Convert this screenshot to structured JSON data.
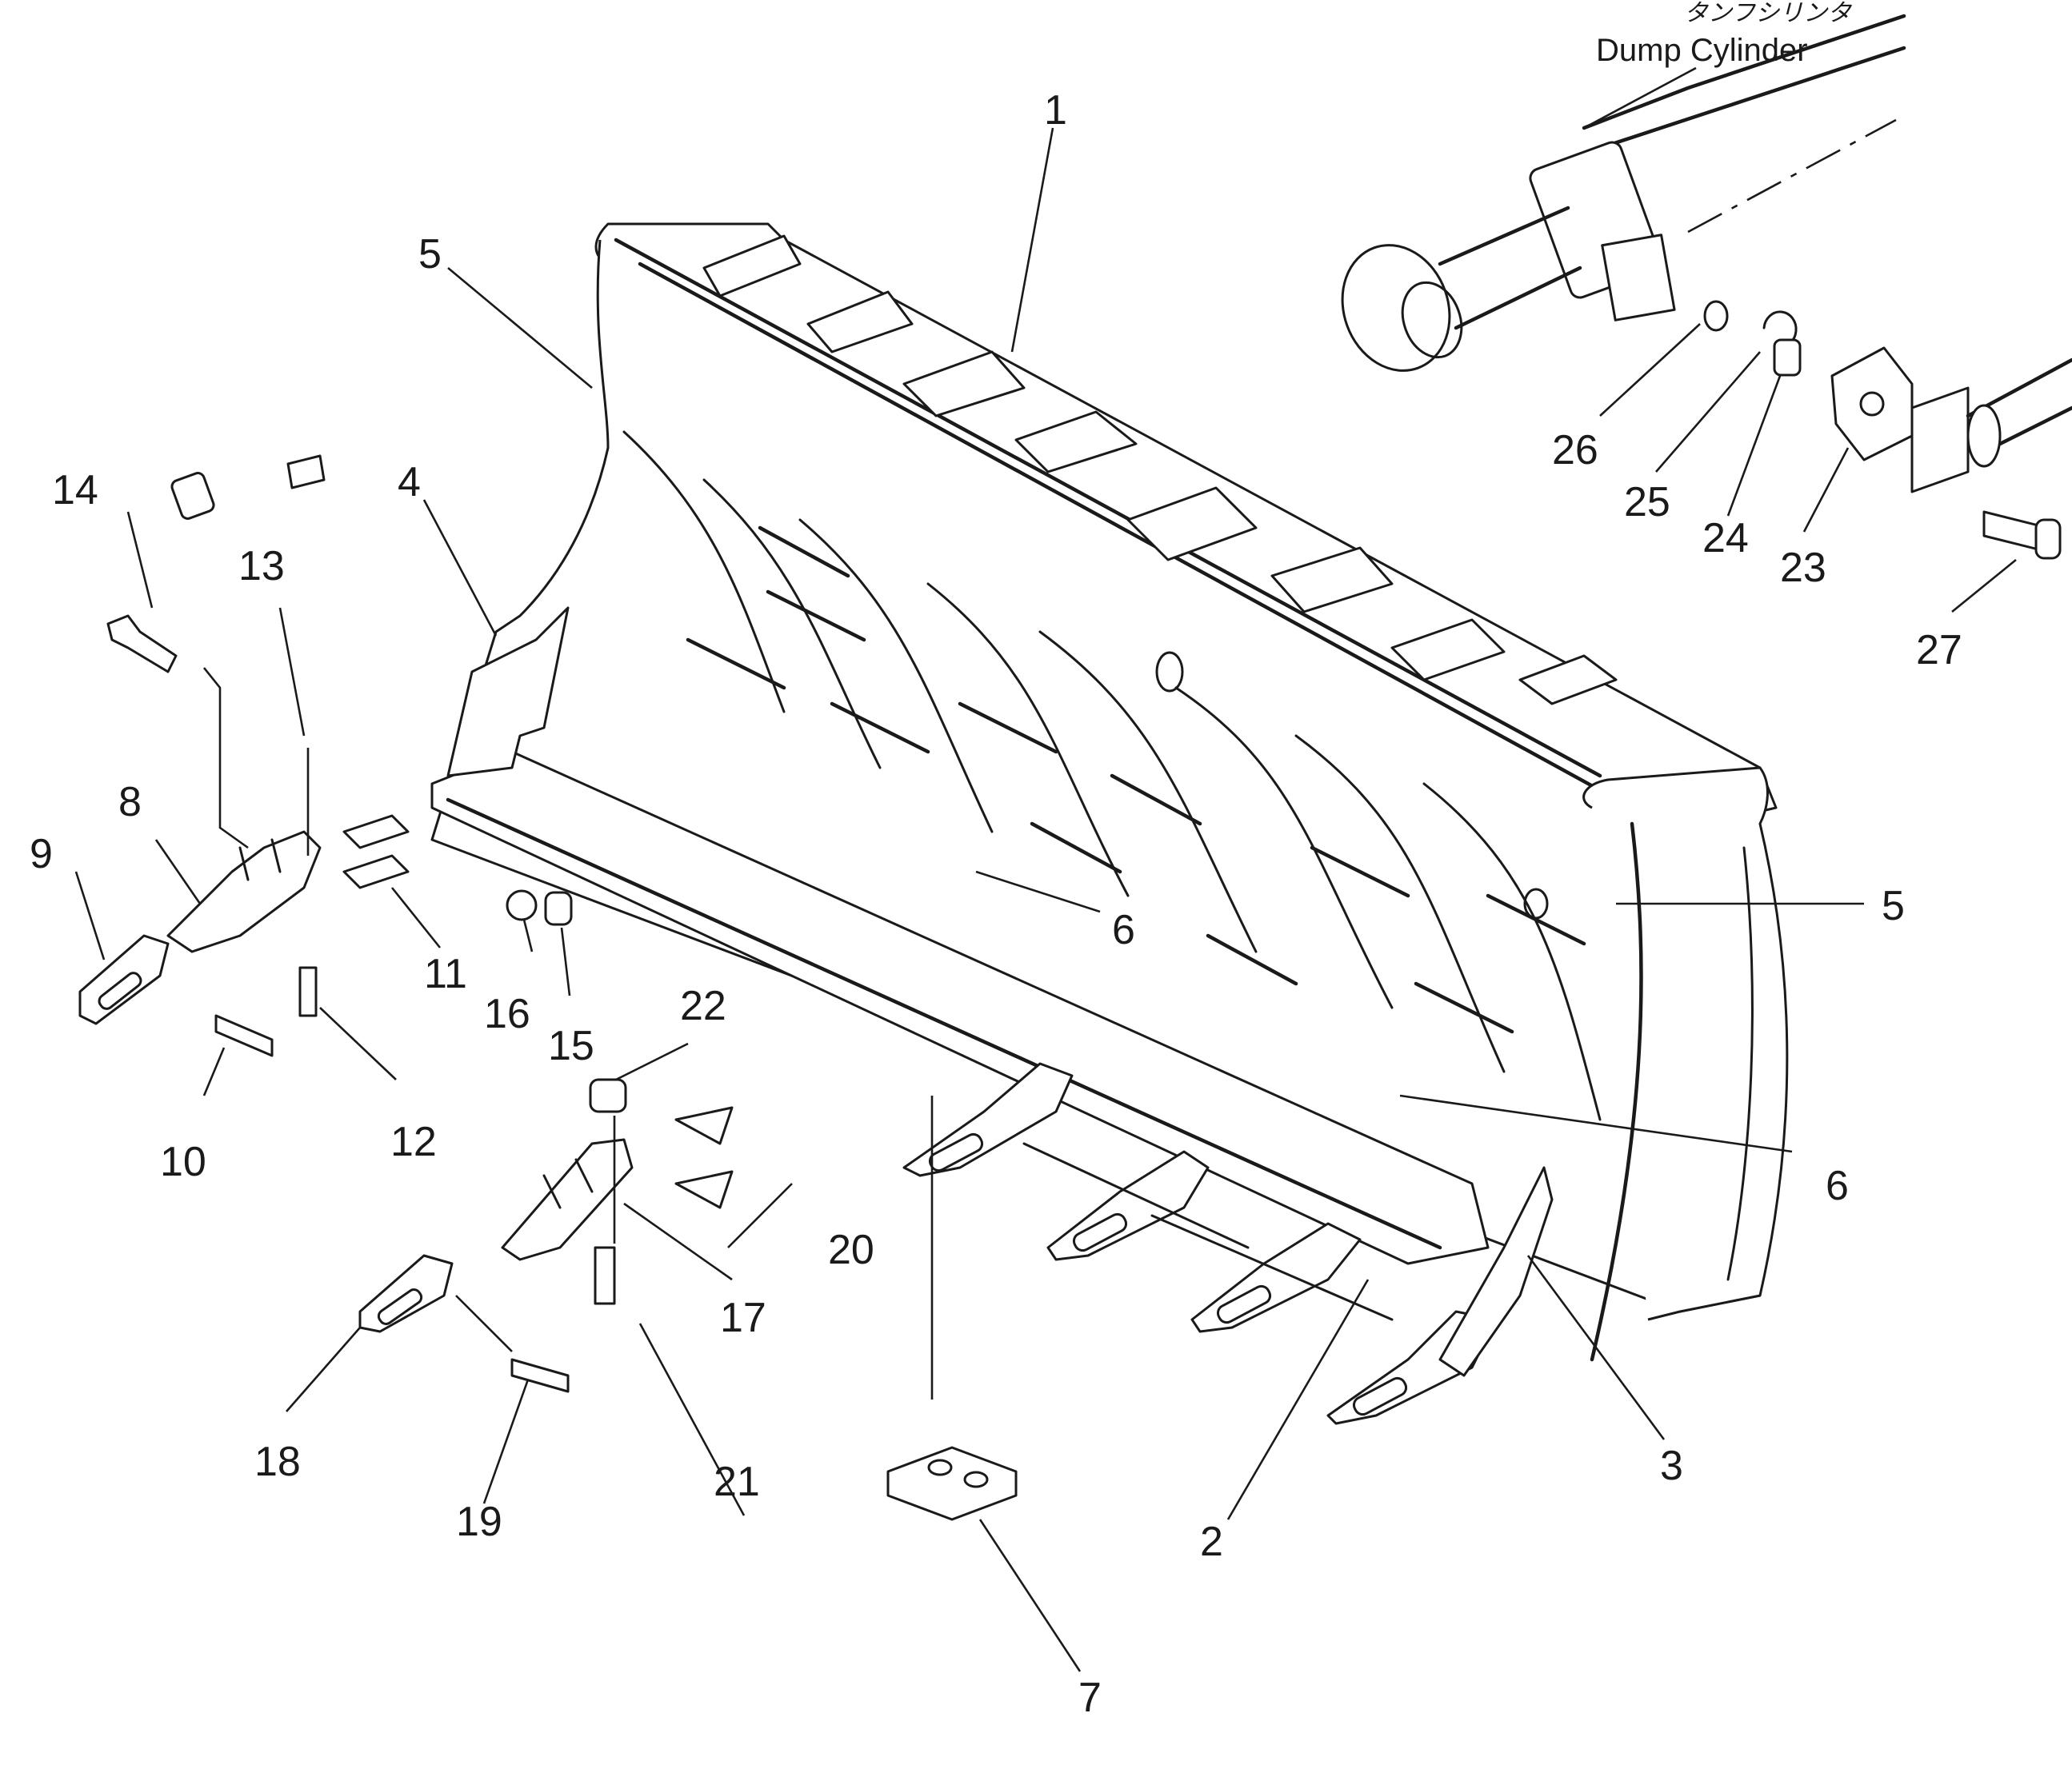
{
  "caption": {
    "japanese": "タンフシリンタ",
    "english": "Dump Cylinder"
  },
  "part_numbers": [
    "1",
    "2",
    "3",
    "4",
    "5",
    "5",
    "6",
    "6",
    "7",
    "8",
    "9",
    "10",
    "11",
    "12",
    "13",
    "14",
    "15",
    "16",
    "17",
    "18",
    "19",
    "20",
    "21",
    "22",
    "23",
    "24",
    "25",
    "26",
    "27"
  ]
}
